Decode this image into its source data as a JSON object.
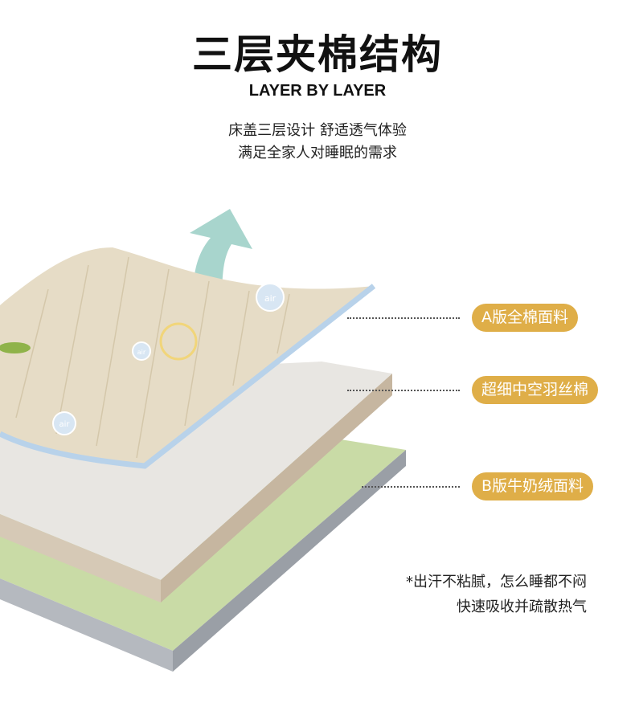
{
  "title": "三层夹棉结构",
  "subtitle": "LAYER BY LAYER",
  "description": [
    "床盖三层设计 舒适透气体验",
    "满足全家人对睡眠的需求"
  ],
  "layers": [
    {
      "label": "A版全棉面料"
    },
    {
      "label": "超细中空羽丝棉"
    },
    {
      "label": "B版牛奶绒面料"
    }
  ],
  "bubble_text": "air",
  "notes": [
    "*出汗不粘腻，怎么睡都不闷",
    "快速吸收并疏散热气"
  ],
  "colors": {
    "accent": "#dfae48",
    "green": "#c9dba6",
    "beige": "#e6dcc6",
    "edge_blue": "#b8d2ea",
    "arrow": "#9fd0c8"
  }
}
